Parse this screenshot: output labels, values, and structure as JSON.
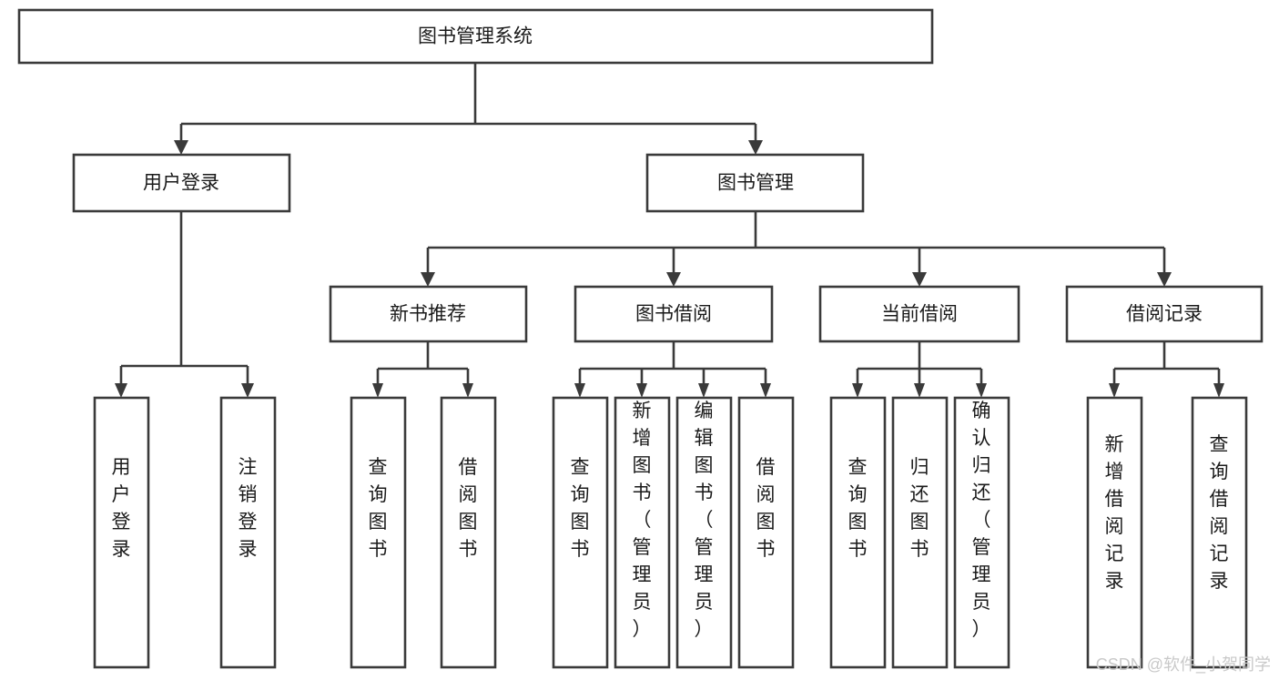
{
  "diagram": {
    "type": "hierarchy-tree",
    "title": "图书管理系统",
    "orientation": "top-down",
    "colors": {
      "box_fill": "#ffffff",
      "box_stroke": "#3a3a3a",
      "text": "#1a1a1a",
      "watermark": "#c9c9c9",
      "background": "#ffffff"
    },
    "root": {
      "label": "图书管理系统"
    },
    "level2": [
      {
        "label": "用户登录"
      },
      {
        "label": "图书管理"
      }
    ],
    "level3": [
      {
        "label": "新书推荐"
      },
      {
        "label": "图书借阅"
      },
      {
        "label": "当前借阅"
      },
      {
        "label": "借阅记录"
      }
    ],
    "leaves": {
      "user_login": [
        {
          "label": "用户登录"
        },
        {
          "label": "注销登录"
        }
      ],
      "new_book_recommend": [
        {
          "label": "查询图书"
        },
        {
          "label": "借阅图书"
        }
      ],
      "book_borrow": [
        {
          "label": "查询图书"
        },
        {
          "label": "新增图书（管理员）"
        },
        {
          "label": "编辑图书（管理员）"
        },
        {
          "label": "借阅图书"
        }
      ],
      "current_borrow": [
        {
          "label": "查询图书"
        },
        {
          "label": "归还图书"
        },
        {
          "label": "确认归还（管理员）"
        }
      ],
      "borrow_record": [
        {
          "label": "新增借阅记录"
        },
        {
          "label": "查询借阅记录"
        }
      ]
    }
  },
  "watermark": {
    "text": "CSDN @软件_小贺同学"
  }
}
